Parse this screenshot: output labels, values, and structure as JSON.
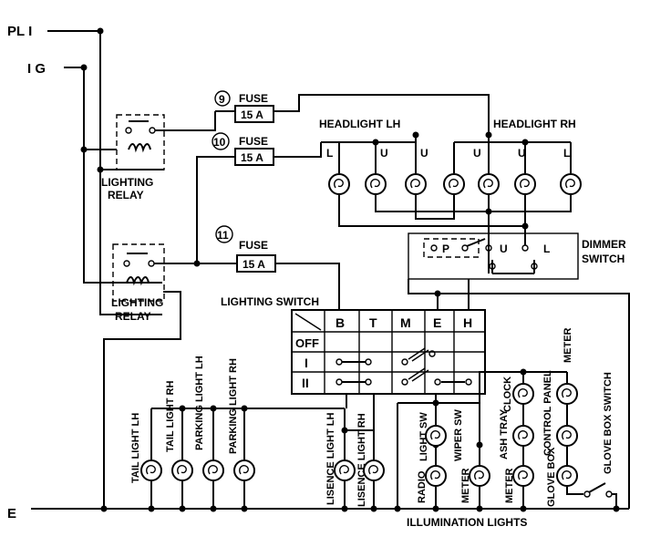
{
  "terminals": {
    "pl1": "PL I",
    "ig": "I G",
    "e": "E"
  },
  "fuses": [
    {
      "number": "9",
      "label": "FUSE",
      "rating": "15 A"
    },
    {
      "number": "10",
      "label": "FUSE",
      "rating": "15 A"
    },
    {
      "number": "11",
      "label": "FUSE",
      "rating": "15 A"
    }
  ],
  "relays": [
    {
      "line1": "LIGHTING",
      "line2": "RELAY"
    },
    {
      "line1": "LIGHTING",
      "line2": "RELAY"
    }
  ],
  "headlights": {
    "lh": "HEADLIGHT LH",
    "rh": "HEADLIGHT RH",
    "beam_low": "L",
    "beam_upper": "U"
  },
  "dimmer": {
    "label_line1": "DIMMER",
    "label_line2": "SWITCH",
    "p": "P",
    "u": "U",
    "l": "L"
  },
  "lighting_switch": {
    "label": "LIGHTING SWITCH",
    "columns": [
      "B",
      "T",
      "M",
      "E",
      "H"
    ],
    "rows": [
      "OFF",
      "I",
      "II"
    ]
  },
  "lamps": {
    "tail_lh": "TAIL LIGHT LH",
    "tail_rh": "TAIL LIGHT RH",
    "parking_lh": "PARKING LIGHT LH",
    "parking_rh": "PARKING LIGHT RH",
    "license_lh": "LISENCE LIGHT LH",
    "license_rh": "LISENCE LIGHT RH"
  },
  "illumination": {
    "top_row": [
      "LIGHT SW",
      "WIPER SW",
      "ASH TRAY",
      "CLOCK",
      "CONTROL PANEL",
      "METER"
    ],
    "bottom_row": [
      "RADIO",
      "METER",
      "METER",
      "GLOVE BOX"
    ],
    "glove_box_switch": "GLOVE BOX SWITCH",
    "caption": "ILLUMINATION LIGHTS"
  }
}
